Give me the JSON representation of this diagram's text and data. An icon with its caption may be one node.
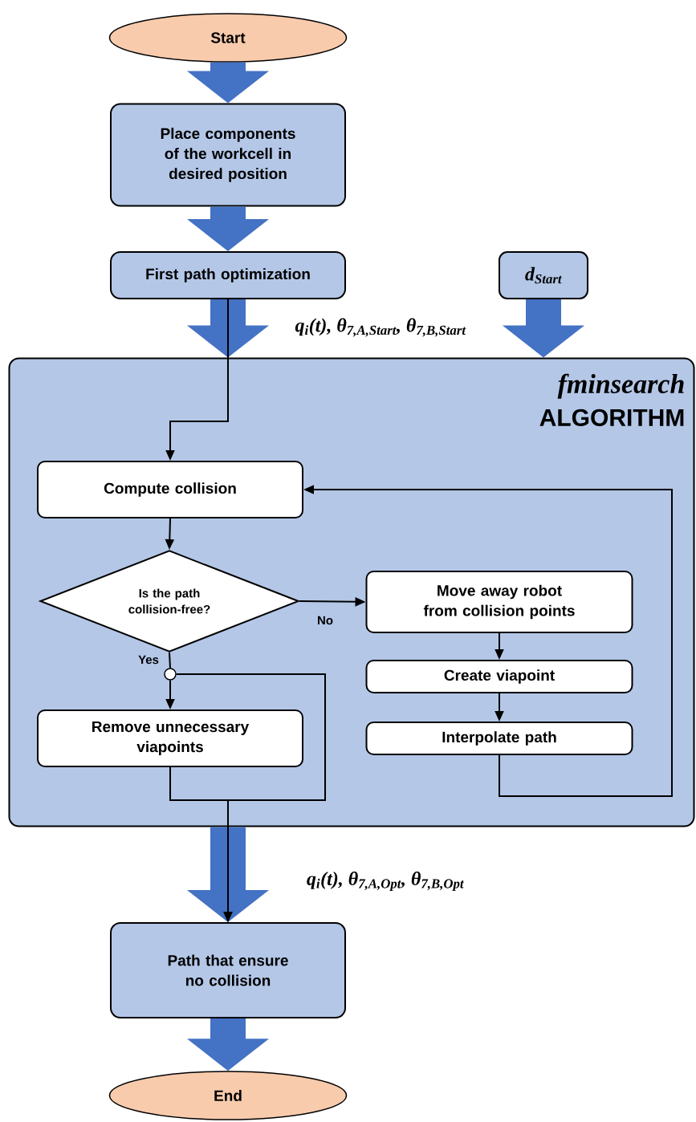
{
  "diagram": {
    "nodes": [
      {
        "text": [
          "Start"
        ]
      },
      {
        "text": [
          "Place components of the workcell in desired position"
        ]
      },
      {
        "text": [
          "First path optimization"
        ]
      },
      {
        "text": [
          "d$_{Start}$"
        ]
      },
      {
        "text": [
          "fminsearch",
          "ALGORITHM"
        ]
      },
      {
        "text": [
          "Compute collision"
        ],
        "in": 4
      },
      {
        "text": [
          "Is the path collision-free?"
        ],
        "in": 4
      },
      {
        "text": [
          "Move away robot from collision points"
        ],
        "in": 4
      },
      {
        "text": [
          "Create viapoint"
        ],
        "in": 4
      },
      {
        "text": [
          "Interpolate path"
        ],
        "in": 4
      },
      {
        "text": [
          "Remove unnecessary viapoints"
        ],
        "in": 4
      },
      {
        "text": [],
        "shape": "circle",
        "in": 4
      },
      {
        "text": [
          "Path that ensure no collision"
        ]
      },
      {
        "text": [
          "End"
        ]
      }
    ],
    "edges": [
      {
        "from": 0,
        "to": 1,
        "arrow": "to",
        "style": "thick",
        "color": "#4472c4"
      },
      {
        "from": 1,
        "to": 2,
        "arrow": "to",
        "style": "thick",
        "color": "#4472c4"
      },
      {
        "from": 2,
        "to": 4,
        "arrow": "to",
        "style": "thick",
        "color": "#4472c4",
        "label": "q$_{i}$(t), θ$_{7,A,Start}$, θ$_{7,B,Start}$"
      },
      {
        "from": 3,
        "to": 4,
        "arrow": "to",
        "style": "thick",
        "color": "#4472c4"
      },
      {
        "from": 2,
        "to": 5,
        "arrow": "to"
      },
      {
        "from": 5,
        "to": 6,
        "arrow": "to"
      },
      {
        "from": 6,
        "to": 7,
        "arrow": "to",
        "label": "No"
      },
      {
        "from": 6,
        "to": 11,
        "arrow": "none",
        "label": "Yes"
      },
      {
        "from": 11,
        "to": 10,
        "arrow": "to"
      },
      {
        "from": 7,
        "to": 8,
        "arrow": "to"
      },
      {
        "from": 8,
        "to": 9,
        "arrow": "to"
      },
      {
        "from": 9,
        "to": 5,
        "arrow": "to"
      },
      {
        "from": 10,
        "to": 12,
        "arrow": "to"
      },
      {
        "from": 11,
        "to": 12,
        "arrow": "to"
      },
      {
        "from": 4,
        "to": 12,
        "arrow": "to",
        "style": "thick",
        "color": "#4472c4",
        "label": "q$_{i}$(t), θ$_{7,A,Opt}$, θ$_{7,B,Opt}$"
      },
      {
        "from": 12,
        "to": 13,
        "arrow": "to",
        "style": "thick",
        "color": "#4472c4"
      }
    ]
  }
}
